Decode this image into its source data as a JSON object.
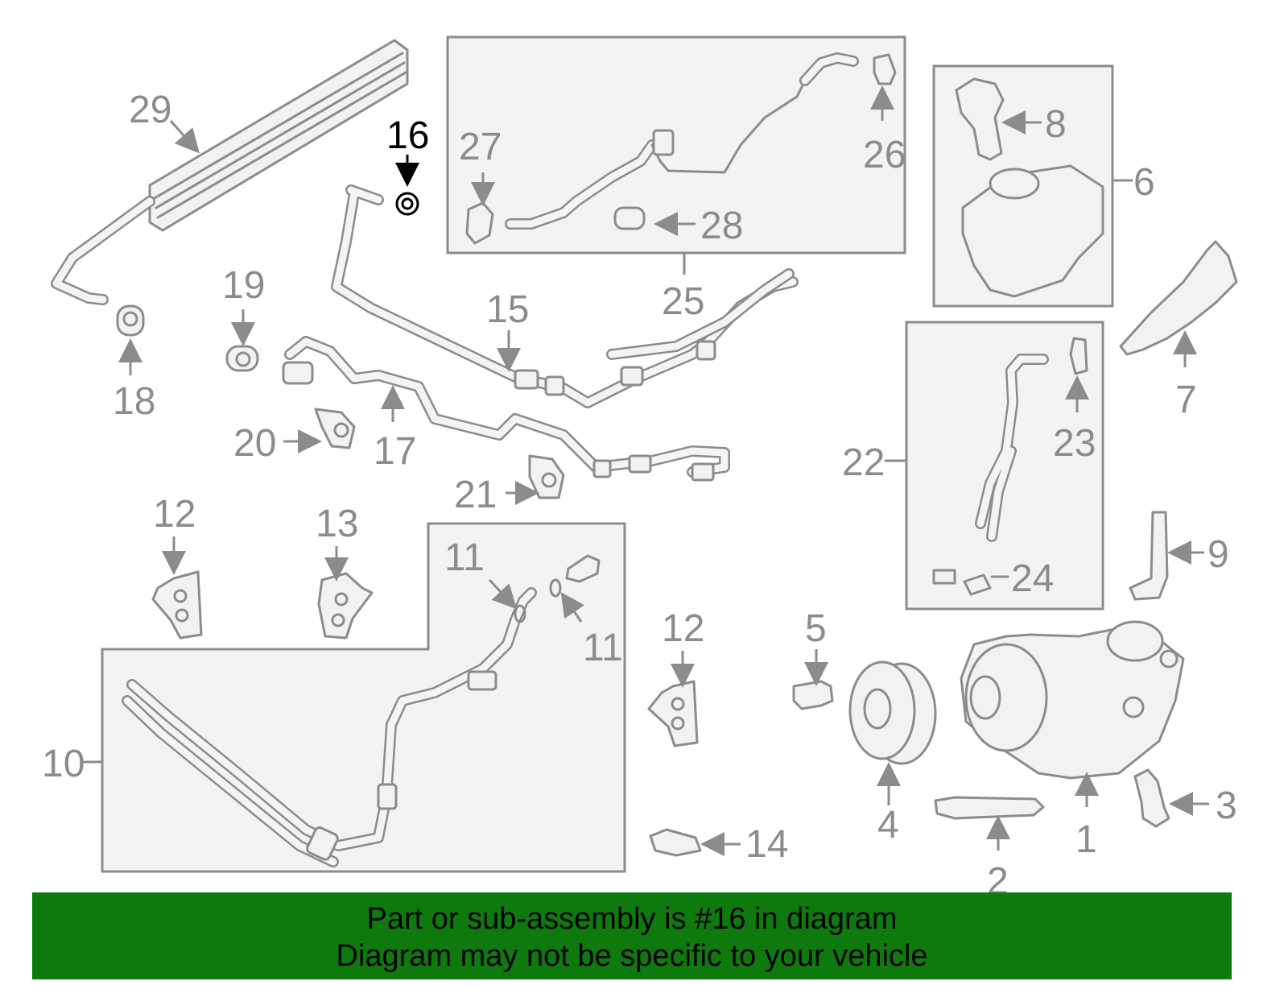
{
  "diagram": {
    "highlight_color": "#000000",
    "part_color": "#8c8c8c",
    "callouts": {
      "c1": "1",
      "c2": "2",
      "c3": "3",
      "c4": "4",
      "c5": "5",
      "c6": "6",
      "c7": "7",
      "c8": "8",
      "c9": "9",
      "c10": "10",
      "c11a": "11",
      "c11b": "11",
      "c12a": "12",
      "c12b": "12",
      "c13": "13",
      "c14": "14",
      "c15": "15",
      "c16": "16",
      "c17": "17",
      "c18": "18",
      "c19": "19",
      "c20": "20",
      "c21": "21",
      "c22": "22",
      "c23": "23",
      "c24": "24",
      "c25": "25",
      "c26": "26",
      "c27": "27",
      "c28": "28",
      "c29": "29"
    },
    "highlighted_part": "16"
  },
  "banner": {
    "color": "#0e7a0e",
    "line1": "Part or sub-assembly is #16 in diagram",
    "line2": "Diagram may not be specific to your vehicle"
  }
}
